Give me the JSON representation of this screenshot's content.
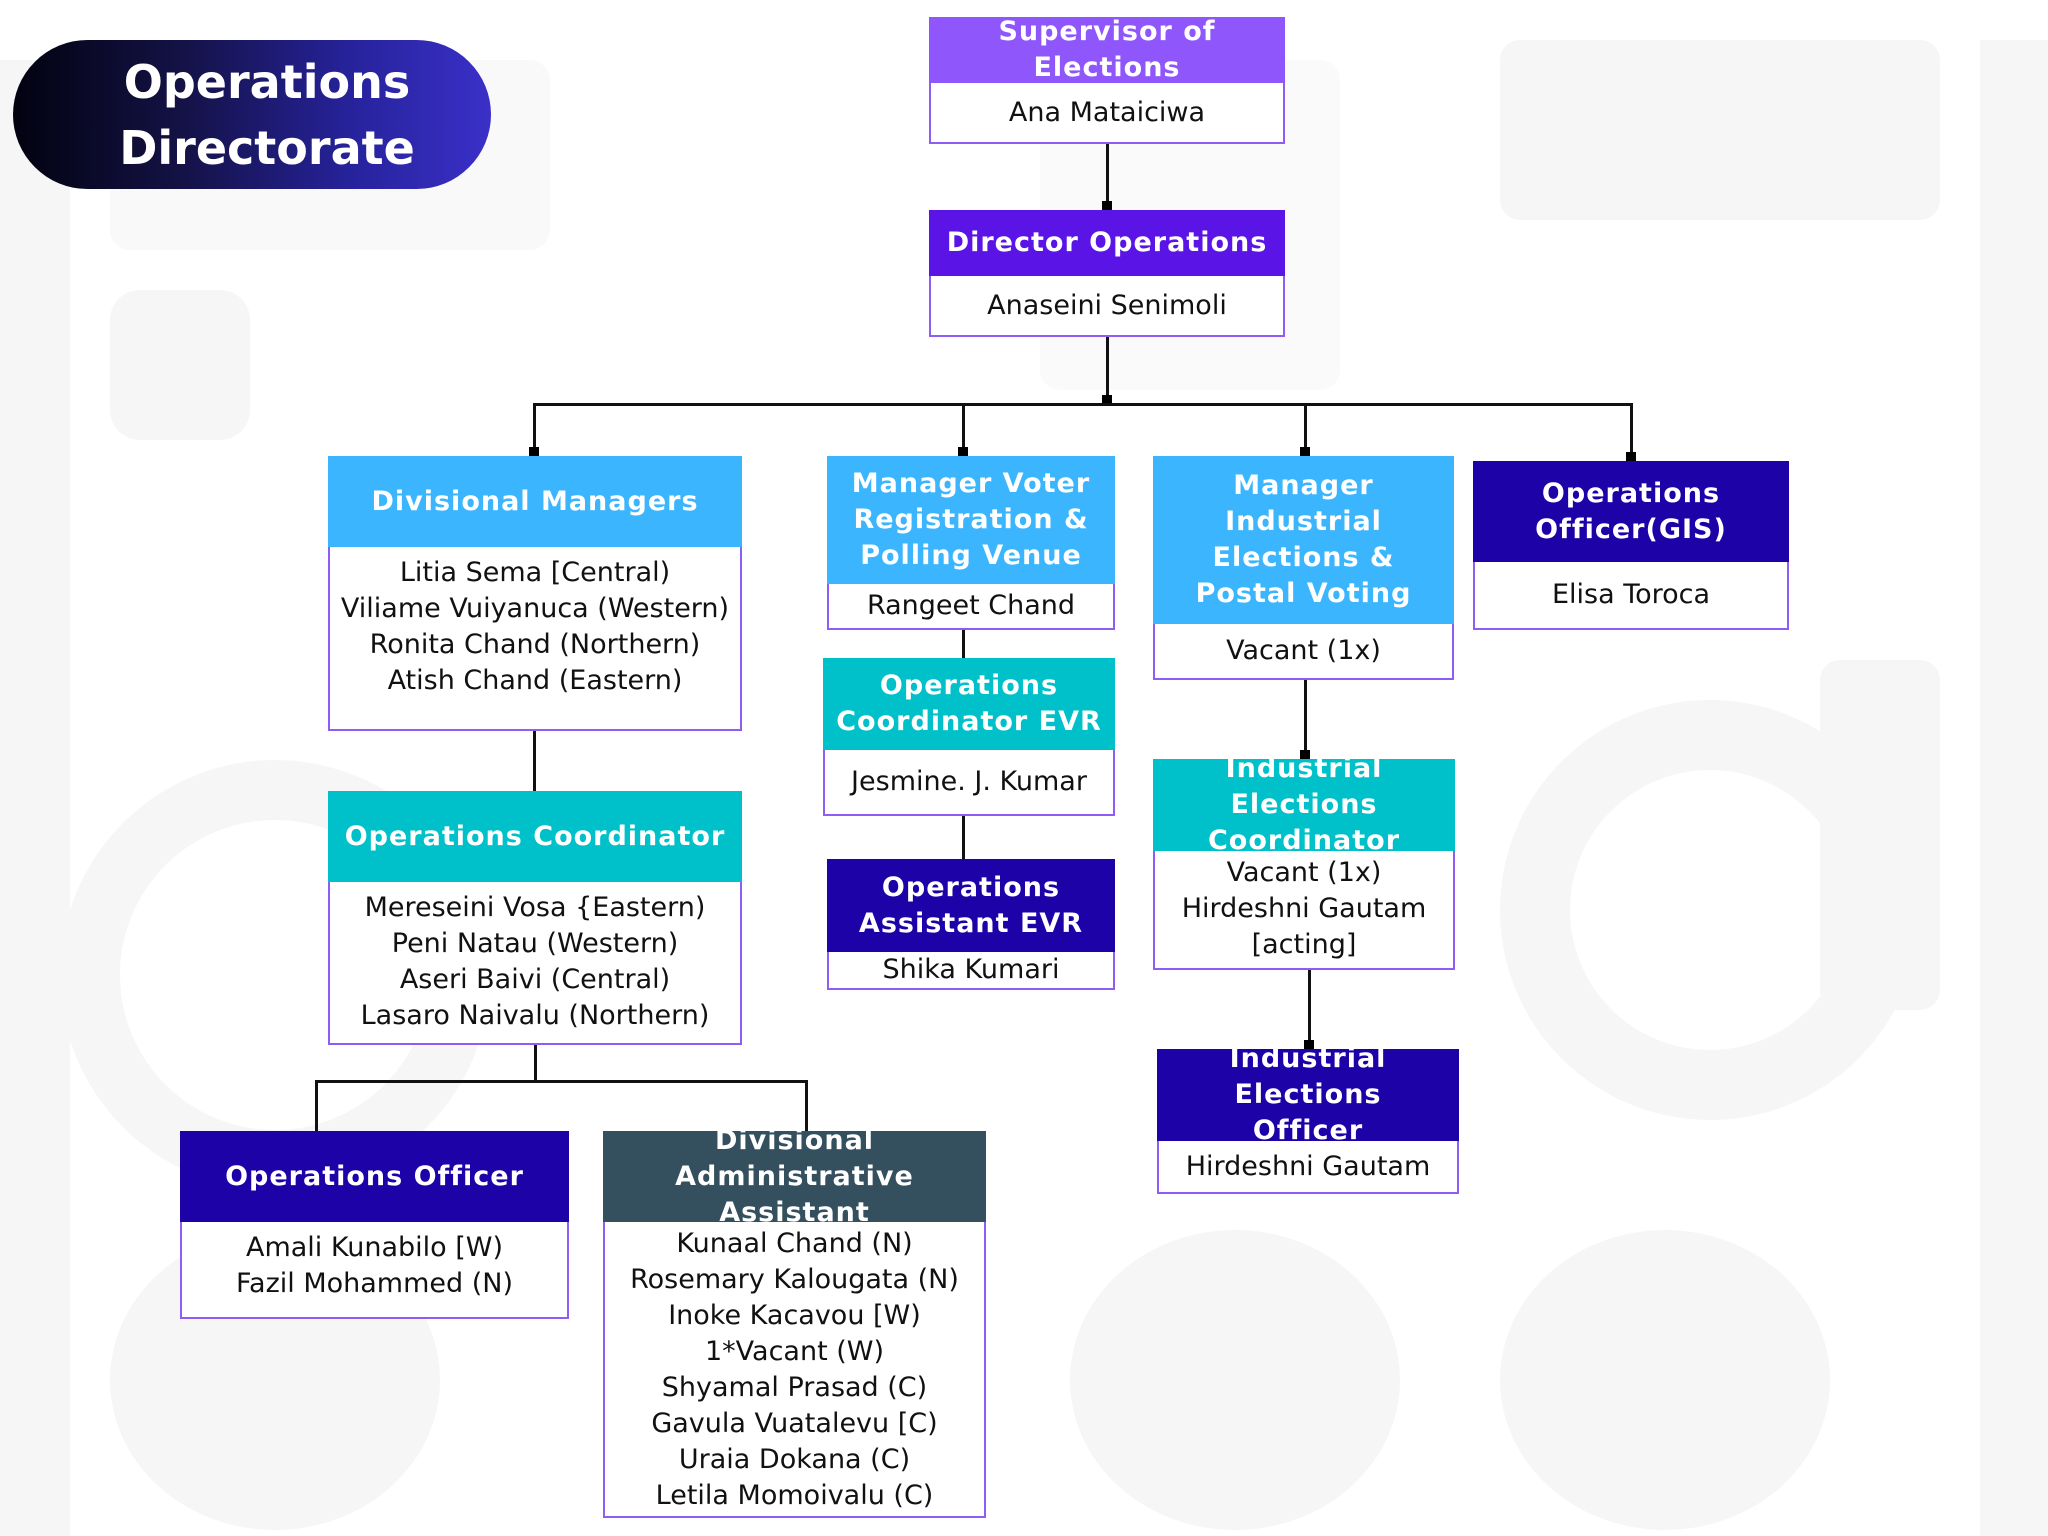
{
  "title": {
    "line1": "Operations",
    "line2": "Directorate"
  },
  "colors": {
    "violet_light": "#8f56fb",
    "violet_deep": "#5b14e6",
    "sky_blue": "#3bb6fe",
    "teal": "#00c1c9",
    "indigo": "#1d02a8",
    "slate": "#34505e",
    "border": "#8f5cf5"
  },
  "nodes": {
    "supervisor": {
      "title": "Supervisor of Elections",
      "people": [
        "Ana Mataiciwa"
      ]
    },
    "director": {
      "title": "Director Operations",
      "people": [
        "Anaseini Senimoli"
      ]
    },
    "divisional_managers": {
      "title": "Divisional Managers",
      "people": [
        "Litia Sema [Central)",
        "Viliame Vuiyanuca (Western)",
        "Ronita Chand (Northern)",
        "Atish Chand (Eastern)"
      ]
    },
    "manager_voter": {
      "title_lines": [
        "Manager Voter",
        "Registration &",
        "Polling Venue"
      ],
      "people": [
        "Rangeet Chand"
      ]
    },
    "manager_industrial": {
      "title_lines": [
        "Manager Industrial",
        "Elections &",
        "Postal Voting"
      ],
      "people": [
        "Vacant (1x)"
      ]
    },
    "ops_officer_gis": {
      "title_lines": [
        "Operations",
        "Officer(GIS)"
      ],
      "people": [
        "Elisa Toroca"
      ]
    },
    "ops_coordinator_evr": {
      "title_lines": [
        "Operations",
        "Coordinator EVR"
      ],
      "people": [
        "Jesmine. J. Kumar"
      ]
    },
    "ops_assistant_evr": {
      "title_lines": [
        "Operations",
        "Assistant EVR"
      ],
      "people": [
        "Shika Kumari"
      ]
    },
    "ops_coordinator": {
      "title": "Operations Coordinator",
      "people": [
        "Mereseini Vosa {Eastern)",
        "Peni Natau (Western)",
        "Aseri Baivi (Central)",
        "Lasaro Naivalu (Northern)"
      ]
    },
    "ind_elections_coordinator": {
      "title_lines": [
        "Industrial Elections",
        "Coordinator"
      ],
      "people": [
        "Vacant (1x)",
        "Hirdeshni Gautam",
        "[acting]"
      ]
    },
    "ind_elections_officer": {
      "title_lines": [
        "Industrial Elections",
        "Officer"
      ],
      "people": [
        "Hirdeshni Gautam"
      ]
    },
    "ops_officer": {
      "title": "Operations Officer",
      "people": [
        "Amali Kunabilo [W)",
        "Fazil Mohammed (N)"
      ]
    },
    "div_admin_assistant": {
      "title_lines": [
        "Divisional Administrative",
        "Assistant"
      ],
      "people": [
        "Kunaal Chand (N)",
        "Rosemary Kalougata (N)",
        "Inoke Kacavou [W)",
        "1*Vacant (W)",
        "Shyamal Prasad (C)",
        "Gavula Vuatalevu [C)",
        "Uraia Dokana (C)",
        "Letila Momoivalu (C)"
      ]
    }
  }
}
